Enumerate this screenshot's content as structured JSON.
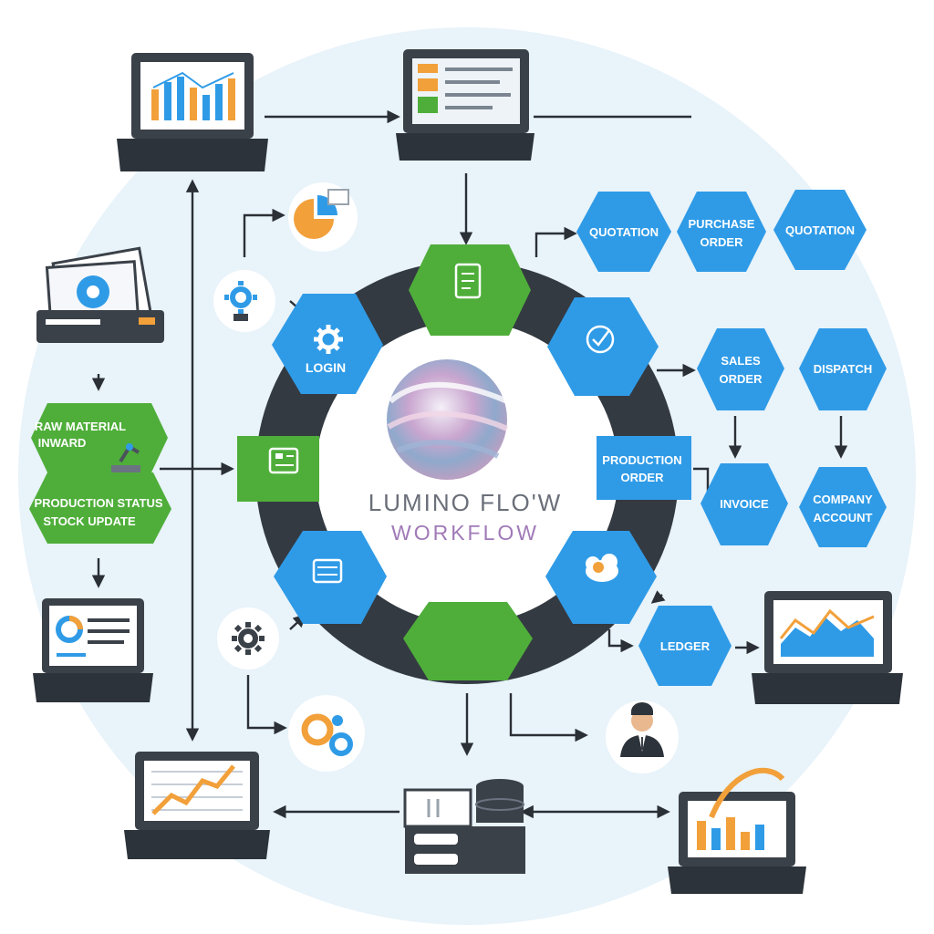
{
  "diagram": {
    "center": {
      "brand_line1": "LUMINO FLO'W",
      "brand_line2": "WORKFLOW"
    },
    "ring_nodes": {
      "login": "LOGIN"
    },
    "right_nodes": {
      "quotation_1": "QUOTATION",
      "purchase_order": [
        "PURCHASE",
        "ORDER"
      ],
      "quotation_2": "QUOTATION",
      "sales_order": [
        "SALES",
        "ORDER"
      ],
      "dispatch": "DISPATCH",
      "production_order": [
        "PRODUCTION",
        "ORDER"
      ],
      "invoice": "INVOICE",
      "company_account": [
        "COMPANY",
        "ACCOUNT"
      ],
      "ledger": "LEDGER"
    },
    "left_nodes": {
      "raw_material": [
        "RAW MATERIAL",
        "INWARD"
      ],
      "production_status": [
        "PRODUCTION STATUS",
        "STOCK UPDATE"
      ]
    },
    "colors": {
      "blue": "#2f9be7",
      "green": "#4fae3a",
      "ring_dark": "#343a42",
      "background_circle": "#e8f3fa"
    }
  }
}
